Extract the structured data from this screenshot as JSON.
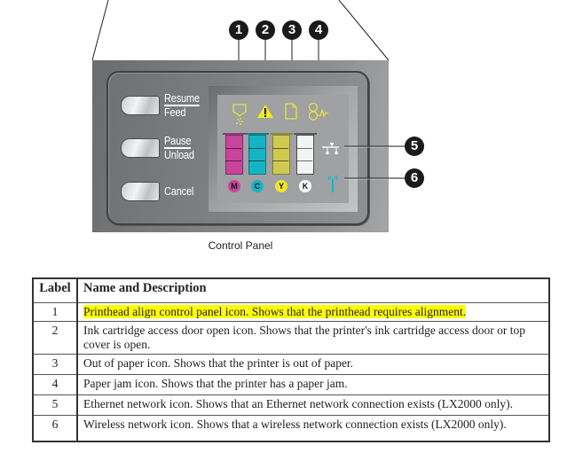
{
  "figure": {
    "caption": "Control Panel",
    "buttons": [
      {
        "top_label": "Resume",
        "bottom_label": "Feed"
      },
      {
        "top_label": "Pause",
        "bottom_label": "Unload"
      },
      {
        "top_label": "Cancel",
        "bottom_label": ""
      }
    ],
    "status_icons": [
      {
        "label": "1",
        "icon": "printhead-align-icon",
        "color": "#e8e43a"
      },
      {
        "label": "2",
        "icon": "warning-triangle-icon",
        "color": "#f0ec1e"
      },
      {
        "label": "3",
        "icon": "paper-icon",
        "color": "#e8e43a"
      },
      {
        "label": "4",
        "icon": "paper-jam-icon",
        "color": "#e8e43a"
      },
      {
        "label": "5",
        "icon": "ethernet-icon",
        "color": "#ffffff"
      },
      {
        "label": "6",
        "icon": "wireless-icon",
        "color": "#1fb3c8"
      }
    ],
    "ink_cartridges": [
      {
        "letter": "M",
        "name": "Magenta",
        "color": "#c9449c",
        "badge_color": "#c9449c",
        "level": 1.0
      },
      {
        "letter": "C",
        "name": "Cyan",
        "color": "#14b4c4",
        "badge_color": "#14b4c4",
        "level": 1.0
      },
      {
        "letter": "Y",
        "name": "Yellow",
        "color": "#cfc94f",
        "badge_color": "#f0e52a",
        "level": 1.0
      },
      {
        "letter": "K",
        "name": "Black",
        "color": "#f2f3f3",
        "badge_color": "#ffffff",
        "level": 1.0
      }
    ]
  },
  "table": {
    "headers": [
      "Label",
      "Name and Description"
    ],
    "rows": [
      {
        "label": "1",
        "description": "Printhead align control panel icon. Shows that the printhead requires alignment.",
        "highlighted": true
      },
      {
        "label": "2",
        "description": "Ink cartridge access door open icon. Shows that the printer's ink cartridge access door or top cover is open.",
        "highlighted": false
      },
      {
        "label": "3",
        "description": "Out of paper icon. Shows that the printer is out of paper.",
        "highlighted": false
      },
      {
        "label": "4",
        "description": "Paper jam icon. Shows that the printer has a paper jam.",
        "highlighted": false
      },
      {
        "label": "5",
        "description": "Ethernet network icon. Shows that an Ethernet network connection exists (LX2000 only).",
        "highlighted": false
      },
      {
        "label": "6",
        "description": "Wireless network icon. Shows that a wireless network connection exists (LX2000 only).",
        "highlighted": false
      }
    ]
  }
}
